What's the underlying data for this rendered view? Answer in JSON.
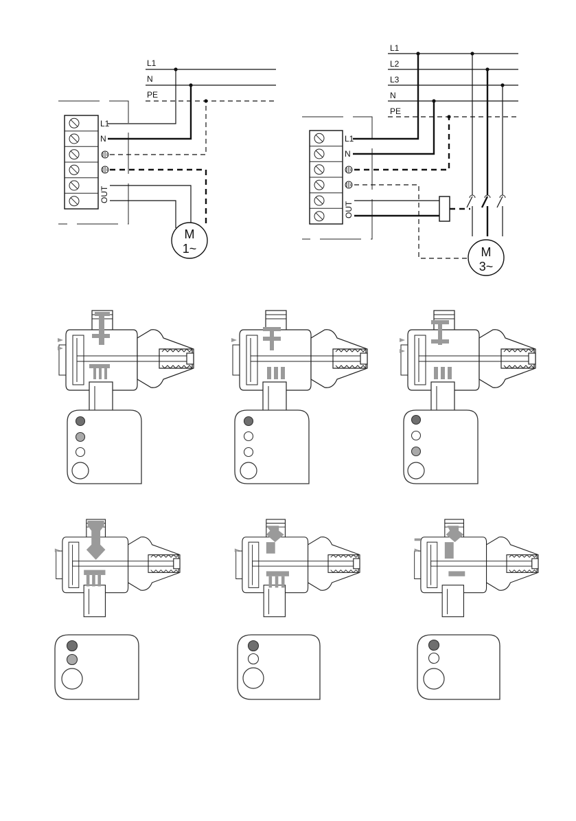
{
  "diagram_single_phase": {
    "supply_lines": [
      "L1",
      "N",
      "PE"
    ],
    "terminals": [
      "L1",
      "N",
      "ground",
      "ground",
      "OUT",
      "OUT"
    ],
    "motor_label": "M",
    "motor_phase": "1~"
  },
  "diagram_three_phase": {
    "supply_lines": [
      "L1",
      "L2",
      "L3",
      "N",
      "PE"
    ],
    "terminals": [
      "L1",
      "N",
      "ground",
      "ground",
      "OUT",
      "OUT"
    ],
    "motor_label": "M",
    "motor_phase": "3~"
  },
  "indicator_colors": {
    "dark": "#6f6f6f",
    "light": "#a9a9a9",
    "off": "#ffffff"
  },
  "pressure_panels_row1": [
    {
      "leds": [
        "dark",
        "light",
        "off"
      ]
    },
    {
      "leds": [
        "dark",
        "off",
        "off"
      ]
    },
    {
      "leds": [
        "dark",
        "off",
        "light"
      ]
    }
  ],
  "pressure_panels_row2": [
    {
      "leds": [
        "dark",
        "light"
      ]
    },
    {
      "leds": [
        "dark",
        "off"
      ]
    },
    {
      "leds": [
        "dark",
        "off"
      ]
    }
  ]
}
